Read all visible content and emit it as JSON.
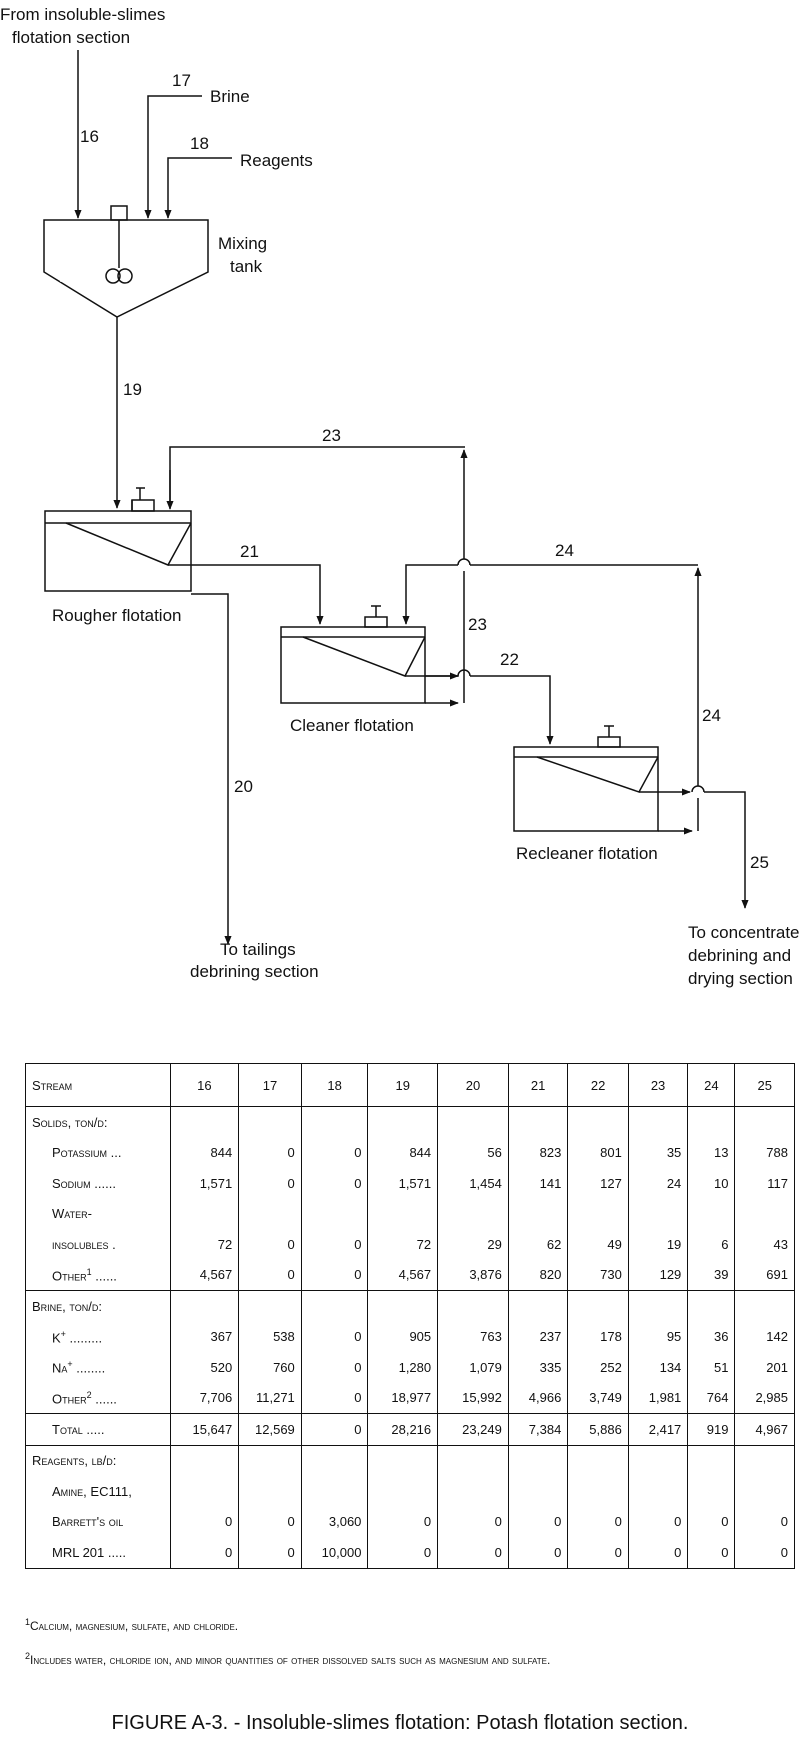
{
  "diagram": {
    "from_source": [
      "From insoluble-slimes",
      "flotation section"
    ],
    "brine": "Brine",
    "reagents": "Reagents",
    "mixing_tank": [
      "Mixing",
      "tank"
    ],
    "rougher": "Rougher flotation",
    "cleaner": "Cleaner flotation",
    "recleaner": "Recleaner flotation",
    "tailings": [
      "To tailings",
      "debrining section"
    ],
    "concentrate": [
      "To concentrate",
      "debrining and",
      "drying section"
    ],
    "streams": {
      "s16": "16",
      "s17": "17",
      "s18": "18",
      "s19": "19",
      "s20": "20",
      "s21": "21",
      "s22": "22",
      "s23a": "23",
      "s23b": "23",
      "s24a": "24",
      "s24b": "24",
      "s25": "25"
    }
  },
  "table": {
    "header": [
      "Stream",
      "16",
      "17",
      "18",
      "19",
      "20",
      "21",
      "22",
      "23",
      "24",
      "25"
    ],
    "rows": [
      {
        "label": "Solids, ton/d:",
        "values": [
          "",
          "",
          "",
          "",
          "",
          "",
          "",
          "",
          "",
          ""
        ]
      },
      {
        "label": "Potassium ...",
        "values": [
          "844",
          "0",
          "0",
          "844",
          "56",
          "823",
          "801",
          "35",
          "13",
          "788"
        ]
      },
      {
        "label": "Sodium ......",
        "values": [
          "1,571",
          "0",
          "0",
          "1,571",
          "1,454",
          "141",
          "127",
          "24",
          "10",
          "117"
        ]
      },
      {
        "label": "Water-",
        "values": [
          "",
          "",
          "",
          "",
          "",
          "",
          "",
          "",
          "",
          ""
        ]
      },
      {
        "label": "insolubles .",
        "values": [
          "72",
          "0",
          "0",
          "72",
          "29",
          "62",
          "49",
          "19",
          "6",
          "43"
        ]
      },
      {
        "label": "Other",
        "sup": "1",
        "label_tail": " ......",
        "values": [
          "4,567",
          "0",
          "0",
          "4,567",
          "3,876",
          "820",
          "730",
          "129",
          "39",
          "691"
        ]
      },
      {
        "label": "Brine, ton/d:",
        "values": [
          "",
          "",
          "",
          "",
          "",
          "",
          "",
          "",
          "",
          ""
        ]
      },
      {
        "label": "K",
        "sup": "+",
        "label_tail": " .........",
        "values": [
          "367",
          "538",
          "0",
          "905",
          "763",
          "237",
          "178",
          "95",
          "36",
          "142"
        ]
      },
      {
        "label": "Na",
        "sup": "+",
        "label_tail": " ........",
        "values": [
          "520",
          "760",
          "0",
          "1,280",
          "1,079",
          "335",
          "252",
          "134",
          "51",
          "201"
        ]
      },
      {
        "label": "Other",
        "sup": "2",
        "label_tail": " ......",
        "values": [
          "7,706",
          "11,271",
          "0",
          "18,977",
          "15,992",
          "4,966",
          "3,749",
          "1,981",
          "764",
          "2,985"
        ]
      },
      {
        "label": "Total .....",
        "values": [
          "15,647",
          "12,569",
          "0",
          "28,216",
          "23,249",
          "7,384",
          "5,886",
          "2,417",
          "919",
          "4,967"
        ]
      },
      {
        "label": "Reagents, lb/d:",
        "values": [
          "",
          "",
          "",
          "",
          "",
          "",
          "",
          "",
          "",
          ""
        ]
      },
      {
        "label": "Amine, EC111,",
        "values": [
          "",
          "",
          "",
          "",
          "",
          "",
          "",
          "",
          "",
          ""
        ]
      },
      {
        "label": "Barrett's oil",
        "values": [
          "0",
          "0",
          "3,060",
          "0",
          "0",
          "0",
          "0",
          "0",
          "0",
          "0"
        ]
      },
      {
        "label": "MRL 201 .....",
        "values": [
          "0",
          "0",
          "10,000",
          "0",
          "0",
          "0",
          "0",
          "0",
          "0",
          "0"
        ]
      }
    ]
  },
  "footnotes": {
    "f1_mark": "1",
    "f1": "Calcium, magnesium, sulfate, and chloride.",
    "f2_mark": "2",
    "f2": "Includes water, chloride ion, and minor quantities of other dissolved salts such as magnesium and sulfate."
  },
  "caption": "FIGURE A-3. - Insoluble-slimes flotation: Potash flotation section."
}
